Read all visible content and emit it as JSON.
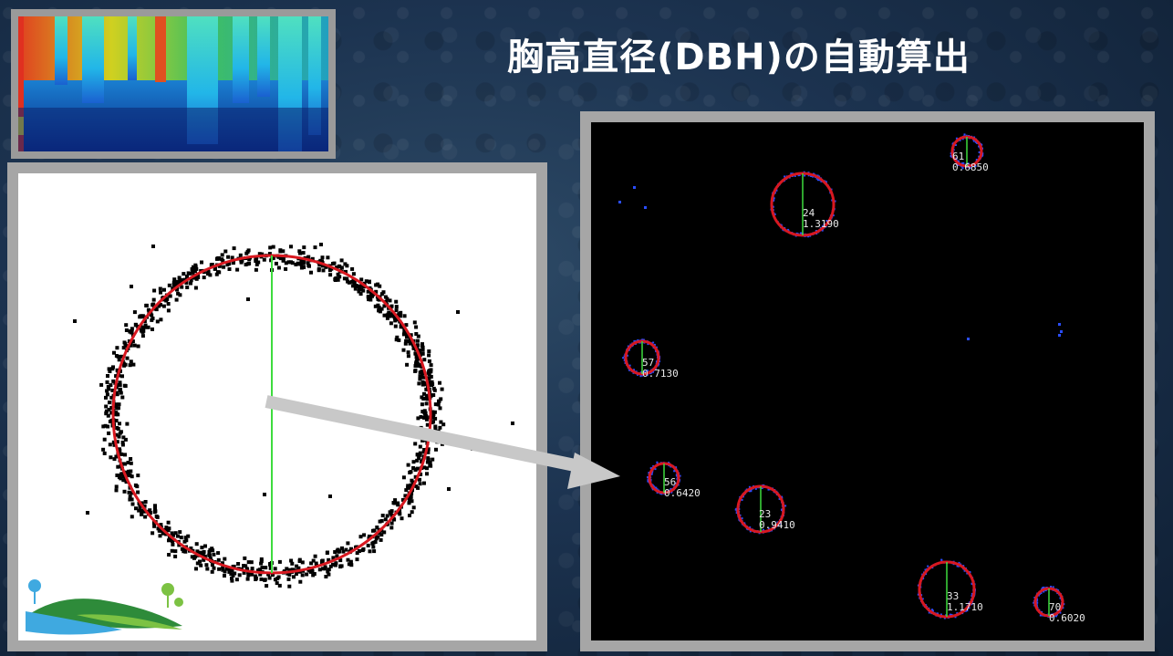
{
  "slide": {
    "title": "胸高直径(DBH)の自動算出"
  },
  "colors": {
    "fit_circle": "#d81820",
    "diameter_line": "#3ddc3d",
    "points_scatter": "#000000",
    "points_map": "#2a4dff",
    "frame": "#a6a6a6",
    "arrow": "#c8c8c8"
  },
  "trees": [
    {
      "id": "61",
      "dbh": "0.6850"
    },
    {
      "id": "24",
      "dbh": "1.3190"
    },
    {
      "id": "57",
      "dbh": "0.7130"
    },
    {
      "id": "56",
      "dbh": "0.6420"
    },
    {
      "id": "23",
      "dbh": "0.9410"
    },
    {
      "id": "33",
      "dbh": "1.1710"
    },
    {
      "id": "70",
      "dbh": "0.6020"
    }
  ],
  "icons": {
    "thumbnail": "point-cloud-forest-image",
    "logo": "hills-and-trees-logo",
    "arrow": "arrow-icon"
  }
}
